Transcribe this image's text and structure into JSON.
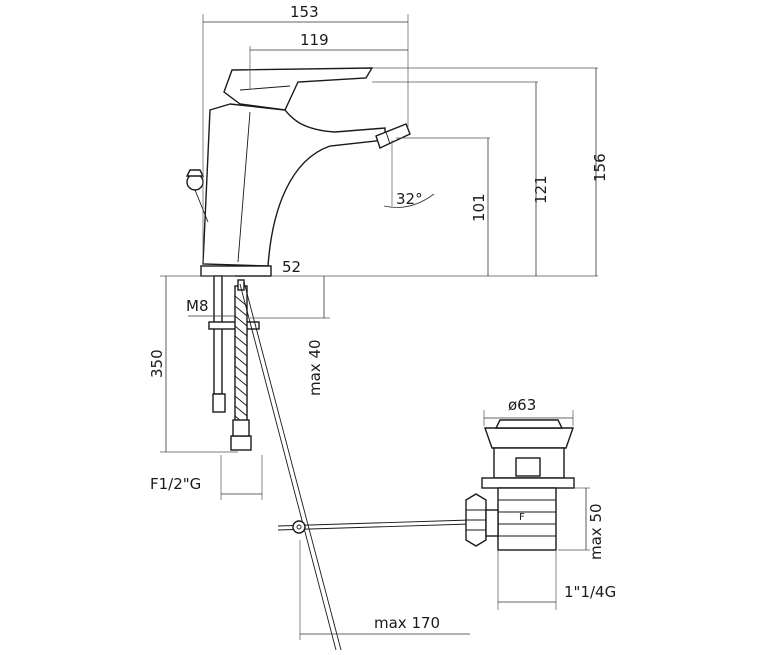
{
  "dimensions": {
    "overall_width": "153",
    "spout_reach": "119",
    "overall_height": "156",
    "spout_height": "121",
    "outlet_height": "101",
    "base_diameter": "52",
    "spray_angle": "32°",
    "fixing_thread": "M8",
    "hose_length": "350",
    "max_deck": "max 40",
    "inlet_thread": "F1/2\"G",
    "waste_diameter": "ø63",
    "waste_max": "max 50",
    "waste_thread": "1\"1/4G",
    "rod_max": "max 170"
  },
  "icons": [
    "faucet-drawing",
    "pop-up-waste-drawing",
    "flexible-hose-drawing",
    "pull-rod-drawing"
  ],
  "colors": {
    "line": "#1a1a1a",
    "background": "#ffffff"
  }
}
